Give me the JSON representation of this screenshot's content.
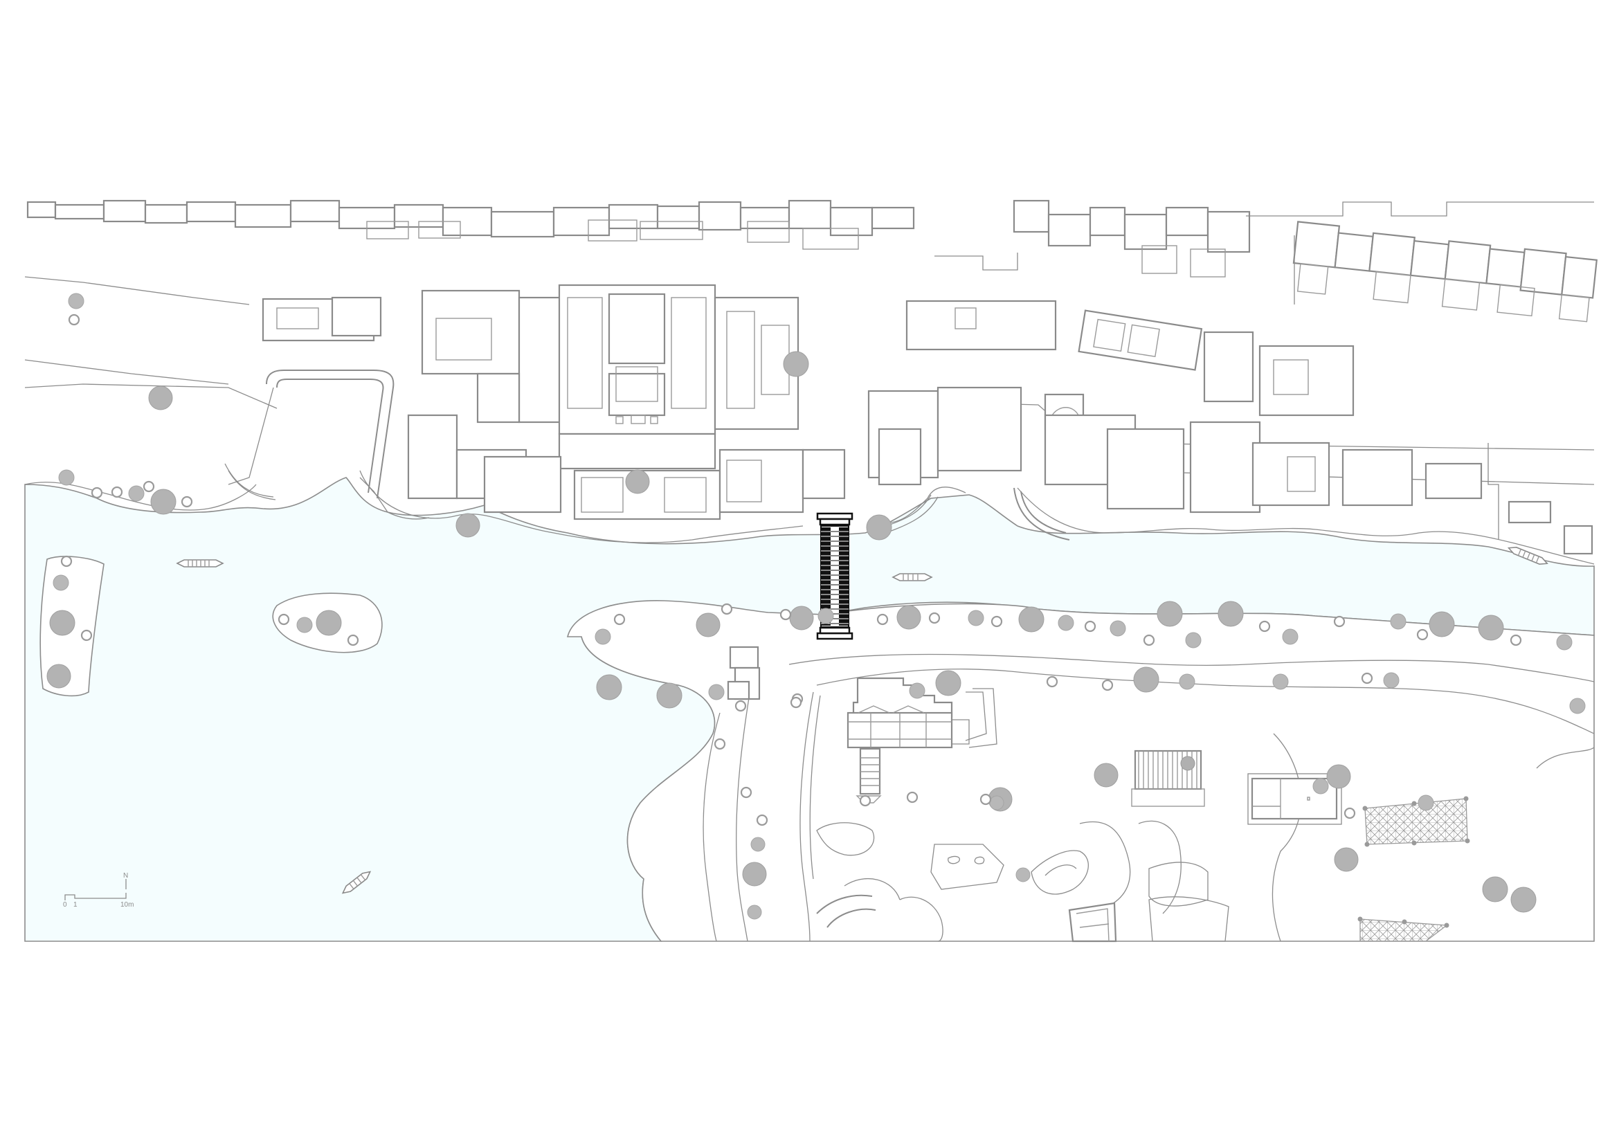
{
  "drawing": {
    "type": "architectural site plan",
    "background_color": "#ffffff",
    "line_color": "#8c8c8c",
    "water_color": "#f4fdfe",
    "tree_color": "#b3b3b3",
    "bridge_color": "#111111"
  },
  "scale_bar": {
    "north_label": "N",
    "tick_0": "0",
    "tick_1": "1",
    "tick_10": "10m"
  },
  "features": {
    "north_housing_row": "terraced houses along top edge",
    "central_complex": "courtyard building complex north of water",
    "bridge": "black-hatched footbridge crossing river",
    "boats": 4,
    "islands": 2,
    "pavilions": [
      "river pavilion with stair",
      "garden pavilion",
      "rectangular pool building"
    ],
    "mesh_pergolas": 2
  }
}
